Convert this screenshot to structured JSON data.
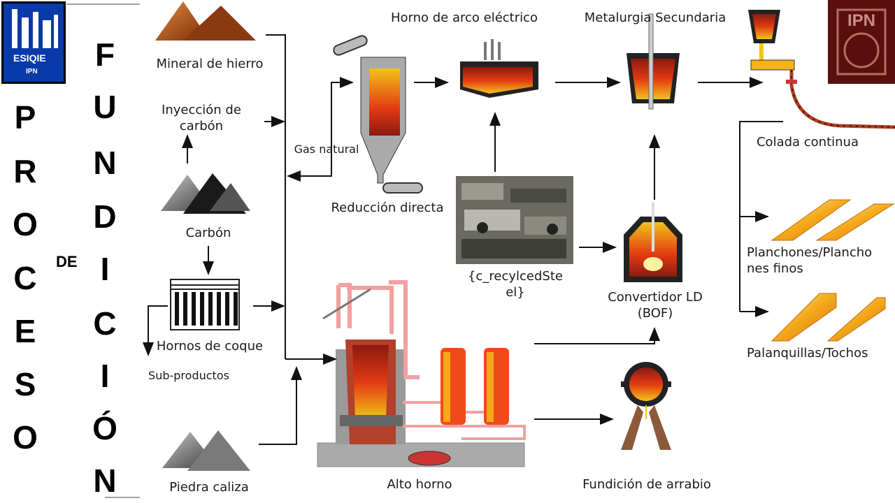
{
  "title": {
    "col1": [
      "P",
      "R",
      "O",
      "C",
      "E",
      "S",
      "O"
    ],
    "de": "DE",
    "col2": [
      "F",
      "U",
      "N",
      "D",
      "I",
      "C",
      "I",
      "Ó",
      "N"
    ]
  },
  "logos": {
    "left_text": "ESIQIE",
    "left_sub": "IPN",
    "right_text": "IPN"
  },
  "labels": {
    "iron_ore": "Mineral de hierro",
    "coal_injection": [
      "Inyección de",
      "carbón"
    ],
    "coal": "Carbón",
    "coke_ovens": "Hornos de coque",
    "byproducts": "Sub-productos",
    "limestone": "Piedra caliza",
    "natural_gas": "Gas natural",
    "direct_reduction": "Reducción directa",
    "eaf": "Horno de arco eléctrico",
    "secondary_metallurgy": "Metalurgia Secundaria",
    "continuous_casting": "Colada continua",
    "recycled_steel": [
      "{c_recylcedSte",
      "el}"
    ],
    "ld_converter": [
      "Convertidor LD",
      "(BOF)"
    ],
    "blast_furnace": "Alto horno",
    "pig_iron_casting": "Fundición de arrabio",
    "slabs": [
      "Planchones/Plancho",
      "nes finos"
    ],
    "billets": "Palanquillas/Tochos"
  },
  "colors": {
    "molten": "#f2b21a",
    "hot": "#e23a12",
    "dark_red": "#8a1a10",
    "pipe": "#f2a0a0",
    "pile_brown": "#c5541a",
    "pile_dark": "#2a2a2a"
  }
}
